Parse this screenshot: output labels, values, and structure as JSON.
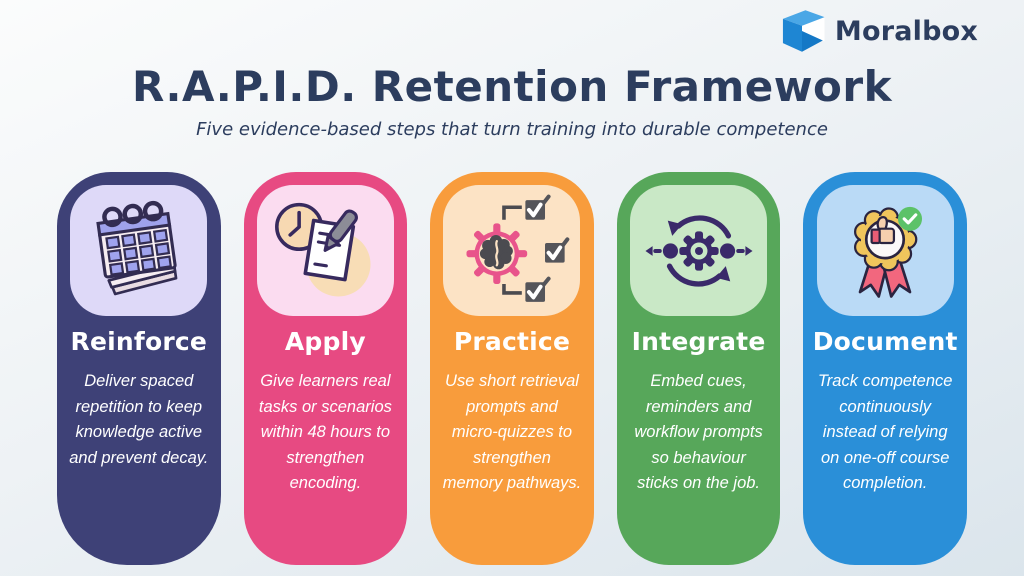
{
  "logo": {
    "brand": "Moralbox"
  },
  "brand_colors": {
    "text": "#2d3e5e",
    "box_light": "#4aa7e6",
    "box_mid": "#1e86d3",
    "box_dark": "#1478c6"
  },
  "header": {
    "title": "R.A.P.I.D. Retention Framework",
    "subtitle": "Five evidence-based steps that turn training into durable competence",
    "title_color": "#2c3d5e"
  },
  "cards": [
    {
      "title": "Reinforce",
      "description": "Deliver spaced repetition to keep knowledge active and prevent decay.",
      "color": "#3e4177",
      "tile": "#ded9f8",
      "icon": "calendar-icon"
    },
    {
      "title": "Apply",
      "description": "Give learners real tasks or scenarios within 48 hours to strengthen encoding.",
      "color": "#e74a82",
      "tile": "#fbdcf0",
      "icon": "notepad-clock-pen-icon"
    },
    {
      "title": "Practice",
      "description": "Use short retrieval prompts and micro-quizzes to strengthen memory pathways.",
      "color": "#f89c3c",
      "tile": "#fce3c5",
      "icon": "brain-gear-checklist-icon"
    },
    {
      "title": "Integrate",
      "description": "Embed cues, reminders and workflow prompts so behaviour sticks on the job.",
      "color": "#57a75a",
      "tile": "#c9e8c6",
      "icon": "workflow-gear-arrows-icon"
    },
    {
      "title": "Document",
      "description": "Track competence continuously instead of relying on one-off course completion.",
      "color": "#2a8fd8",
      "tile": "#badaf6",
      "icon": "award-badge-thumbs-up-icon"
    }
  ]
}
